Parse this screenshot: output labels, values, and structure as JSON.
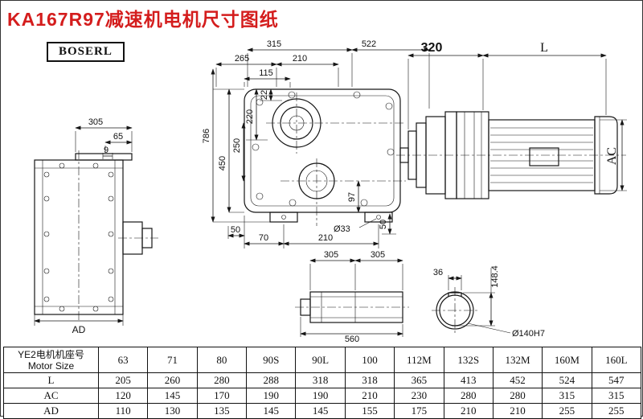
{
  "title": "KA167R97减速机电机尺寸图纸",
  "brand": "BOSERL",
  "drawing": {
    "side_view": {
      "dim_305": "305",
      "dim_65": "65",
      "dim_9": "9",
      "dim_ad": "AD"
    },
    "front_view": {
      "dim_315": "315",
      "dim_522": "522",
      "dim_265": "265",
      "dim_210_top": "210",
      "dim_115": "115",
      "dim_22": "22",
      "dim_220": "220",
      "dim_250": "250",
      "dim_450": "450",
      "dim_786": "786",
      "dim_97": "97",
      "dim_hole": "Ø33",
      "dim_50_left": "50",
      "dim_70": "70",
      "dim_210_bottom": "210",
      "dim_50_right": "50"
    },
    "motor_view": {
      "dim_320": "320",
      "dim_l": "L",
      "dim_ac": "AC"
    },
    "shaft_view": {
      "dim_305_a": "305",
      "dim_305_b": "305",
      "dim_560": "560"
    },
    "shaft_end_view": {
      "dim_36": "36",
      "dim_148_4": "148.4",
      "dim_bore": "Ø140H7"
    }
  },
  "table": {
    "row_header_line1": "YE2电机机座号",
    "row_header_line2": "Motor Size",
    "columns": [
      "63",
      "71",
      "80",
      "90S",
      "90L",
      "100",
      "112M",
      "132S",
      "132M",
      "160M",
      "160L"
    ],
    "rows": [
      {
        "label": "L",
        "values": [
          "205",
          "260",
          "280",
          "288",
          "318",
          "318",
          "365",
          "413",
          "452",
          "524",
          "547"
        ]
      },
      {
        "label": "AC",
        "values": [
          "120",
          "145",
          "170",
          "190",
          "190",
          "210",
          "230",
          "280",
          "280",
          "315",
          "315"
        ]
      },
      {
        "label": "AD",
        "values": [
          "110",
          "130",
          "135",
          "145",
          "145",
          "155",
          "175",
          "210",
          "210",
          "255",
          "255"
        ]
      }
    ]
  }
}
